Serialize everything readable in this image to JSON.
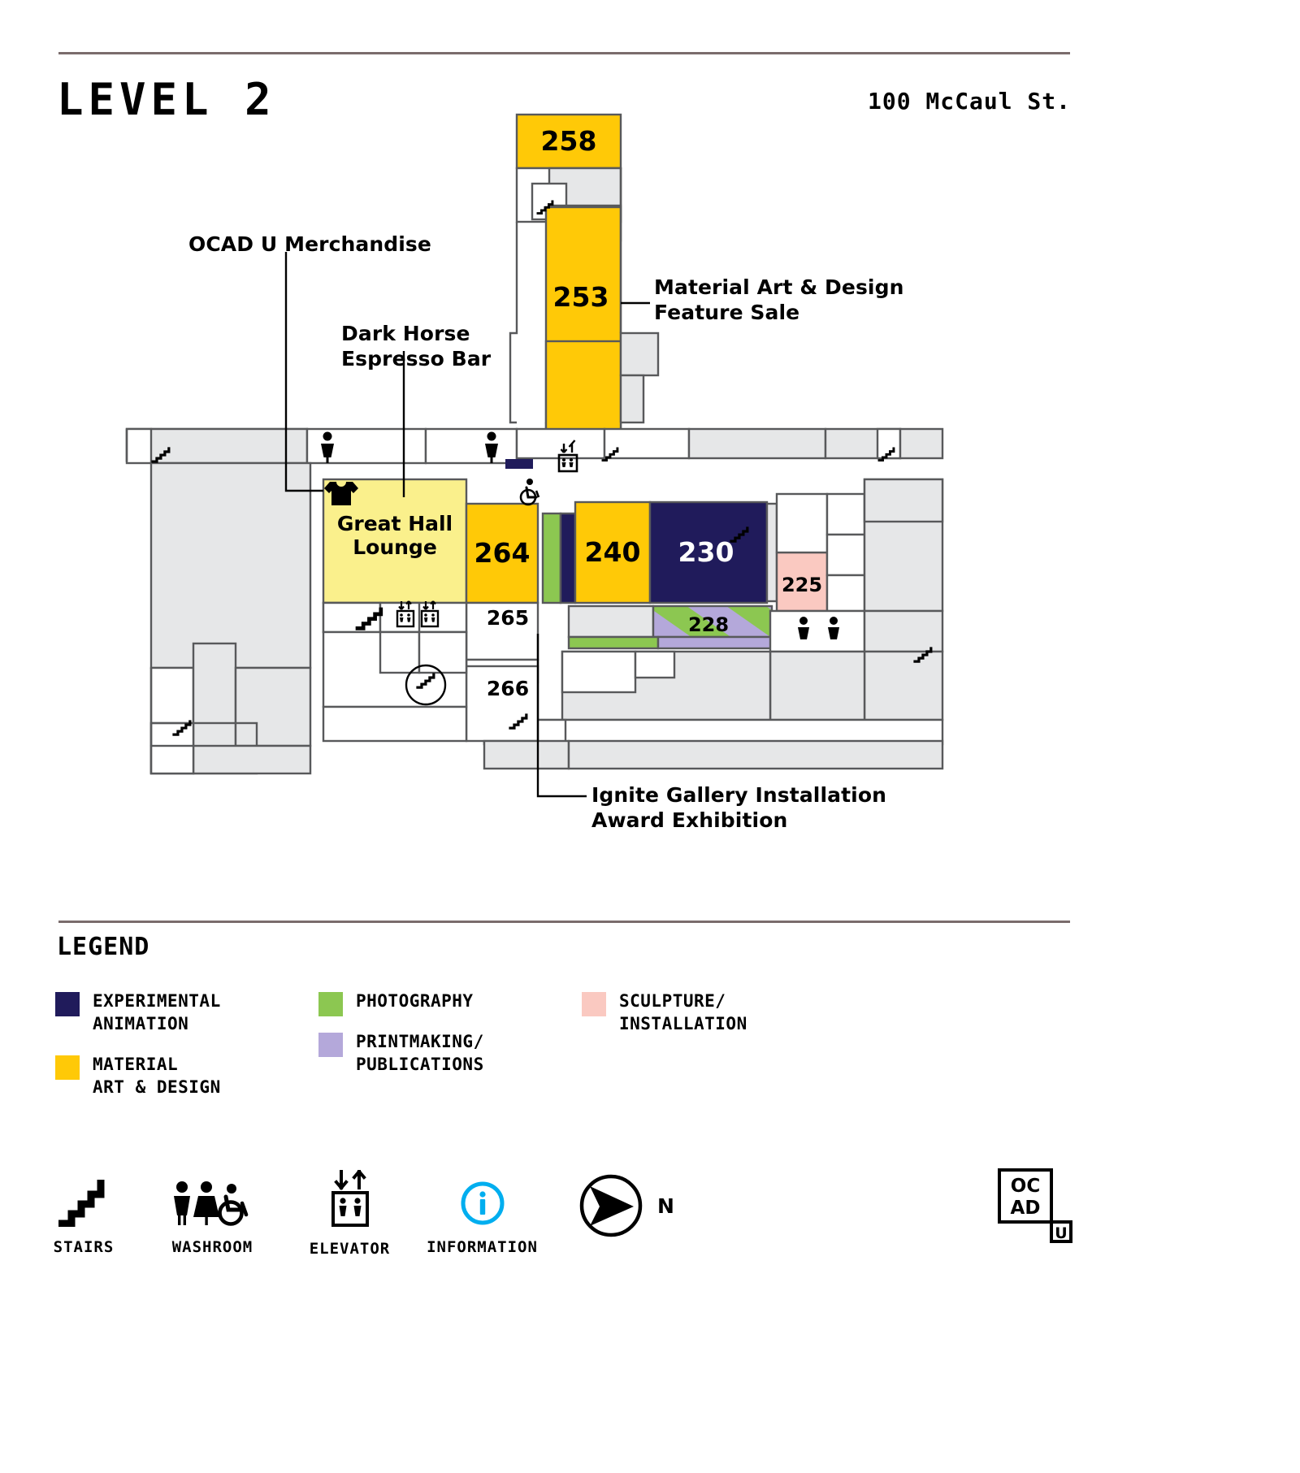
{
  "header": {
    "title": "LEVEL 2",
    "address": "100 McCaul St."
  },
  "legend": {
    "heading": "LEGEND",
    "items": [
      {
        "label": "EXPERIMENTAL\nANIMATION",
        "color": "#201B5B"
      },
      {
        "label": "MATERIAL\nART & DESIGN",
        "color": "#FFC907"
      },
      {
        "label": "PHOTOGRAPHY",
        "color": "#8CC751"
      },
      {
        "label": "PRINTMAKING/\nPUBLICATIONS",
        "color": "#B4A8DA"
      },
      {
        "label": "SCULPTURE/\nINSTALLATION",
        "color": "#FAC9C1"
      }
    ]
  },
  "amenities": [
    {
      "name": "stairs",
      "caption": "STAIRS"
    },
    {
      "name": "washroom",
      "caption": "WASHROOM"
    },
    {
      "name": "elevator",
      "caption": "ELEVATOR"
    },
    {
      "name": "information",
      "caption": "INFORMATION"
    }
  ],
  "compass": {
    "label": "N"
  },
  "logo": {
    "line1": "OC",
    "line2": "AD",
    "line3": "U"
  },
  "callouts": [
    {
      "name": "ocad-u-merchandise",
      "text": "OCAD U Merchandise"
    },
    {
      "name": "dark-horse",
      "text": "Dark Horse\nEspresso Bar"
    },
    {
      "name": "material-feature",
      "text": "Material Art & Design\nFeature Sale"
    },
    {
      "name": "ignite-gallery",
      "text": "Ignite Gallery Installation\nAward Exhibition"
    }
  ],
  "rooms": [
    {
      "number": "258",
      "category": "material-art-design",
      "fill": "#FFC907",
      "text_color": "#000000"
    },
    {
      "number": "253",
      "category": "material-art-design",
      "fill": "#FFC907",
      "text_color": "#000000"
    },
    {
      "number": "264",
      "category": "material-art-design",
      "fill": "#FFC907",
      "text_color": "#000000"
    },
    {
      "number": "240",
      "category": "material-art-design",
      "fill": "#FFC907",
      "text_color": "#000000"
    },
    {
      "number": "230",
      "category": "experimental-animation",
      "fill": "#201B5B",
      "text_color": "#FFFFFF"
    },
    {
      "number": "228",
      "category": "photography-printmaking",
      "fill": "striped-green-purple",
      "text_color": "#000000"
    },
    {
      "number": "225",
      "category": "sculpture-installation",
      "fill": "#FAC9C1",
      "text_color": "#000000"
    },
    {
      "number": "265",
      "category": "unassigned",
      "fill": "#FFFFFF",
      "text_color": "#000000"
    },
    {
      "number": "266",
      "category": "unassigned",
      "fill": "#FFFFFF",
      "text_color": "#000000"
    }
  ],
  "named_spaces": [
    {
      "name": "great-hall-lounge",
      "label": "Great Hall\nLounge",
      "fill": "#FAF08C"
    }
  ],
  "colors": {
    "gold": "#FFC907",
    "navy": "#201B5B",
    "green": "#8CC751",
    "purple": "#B4A8DA",
    "pink": "#FAC9C1",
    "pale_yellow": "#FAF08C",
    "room_gray": "#E6E7E8",
    "wall": "#58595B",
    "rule": "#7A6C6C",
    "info_blue": "#00AEEF"
  }
}
